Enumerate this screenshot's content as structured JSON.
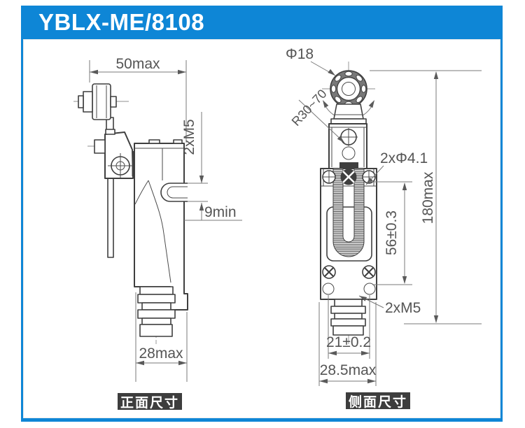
{
  "header": {
    "title": "YBLX-ME/8108"
  },
  "front_view": {
    "caption": "正面尺寸",
    "dimensions": {
      "lever_width": "50max",
      "terminal_screws": "2xM5",
      "mounting_slot": "9min",
      "body_width": "28max"
    }
  },
  "side_view": {
    "caption": "侧面尺寸",
    "dimensions": {
      "roller_diameter": "Φ18",
      "lever_adjust_range": "R30~70",
      "mounting_holes": "2xΦ4.1",
      "total_height": "180max",
      "hole_spacing": "56±0.3",
      "mounting_screws": "2xM5",
      "gland_width": "21±0.2",
      "body_width": "28.5max"
    }
  },
  "colors": {
    "accent_blue": "#0E86D6",
    "line_color": "#3F3F3F",
    "dimension_color": "#555555",
    "caption_bg": "#3D3D3D"
  }
}
